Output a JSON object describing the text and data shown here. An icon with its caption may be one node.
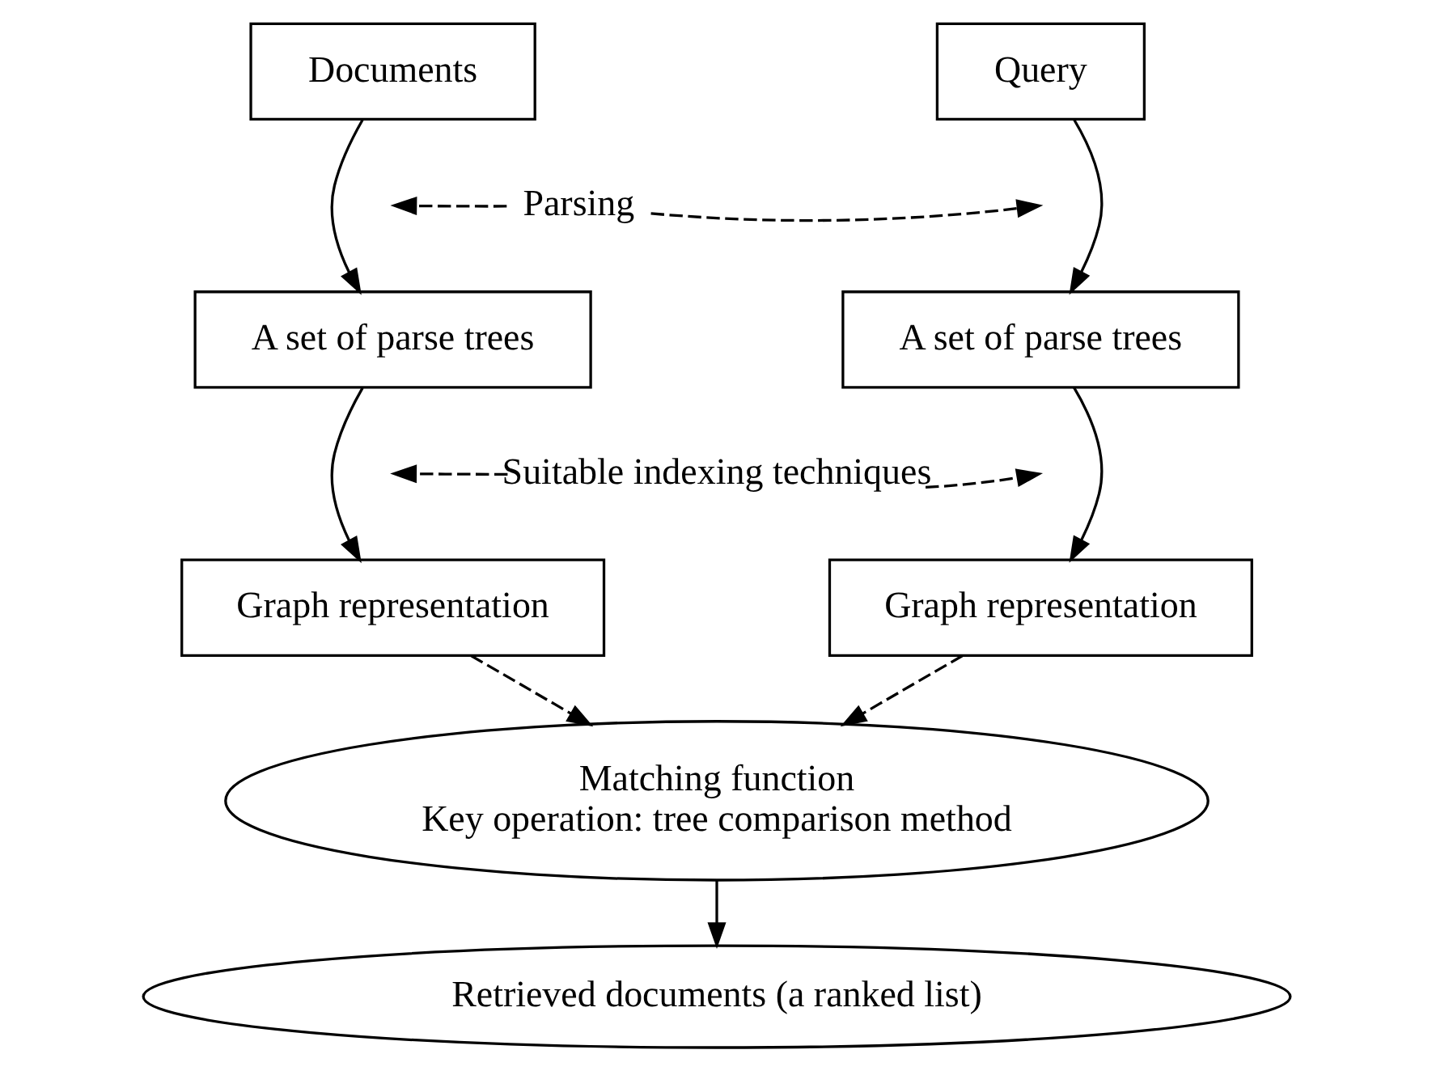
{
  "diagram": {
    "nodes": [
      {
        "text": [
          "Documents"
        ]
      },
      {
        "text": [
          "Query"
        ]
      },
      {
        "text": [
          "A set of parse trees"
        ]
      },
      {
        "text": [
          "A set of parse trees"
        ]
      },
      {
        "text": [
          "Graph representation"
        ]
      },
      {
        "text": [
          "Graph representation"
        ]
      },
      {
        "text": [
          "Matching function",
          "Key operation: tree comparison method"
        ]
      },
      {
        "text": [
          "Retrieved documents (a ranked list)"
        ]
      },
      {
        "text": [
          "Parsing"
        ]
      },
      {
        "text": [
          "Suitable indexing techniques"
        ]
      }
    ],
    "edges": [
      {
        "from": 0,
        "to": 2,
        "arrow": "to"
      },
      {
        "from": 1,
        "to": 3,
        "arrow": "to"
      },
      {
        "from": 2,
        "to": 4,
        "arrow": "to"
      },
      {
        "from": 3,
        "to": 5,
        "arrow": "to"
      },
      {
        "from": 4,
        "to": 6,
        "arrow": "to",
        "style": "dashed"
      },
      {
        "from": 5,
        "to": 6,
        "arrow": "to",
        "style": "dashed"
      },
      {
        "from": 6,
        "to": 7,
        "arrow": "to"
      },
      {
        "from": 8,
        "to": null,
        "arrow": "to",
        "style": "dashed"
      },
      {
        "from": 8,
        "to": null,
        "arrow": "to",
        "style": "dashed"
      },
      {
        "from": 9,
        "to": null,
        "arrow": "to",
        "style": "dashed"
      },
      {
        "from": 9,
        "to": null,
        "arrow": "to",
        "style": "dashed"
      }
    ]
  }
}
